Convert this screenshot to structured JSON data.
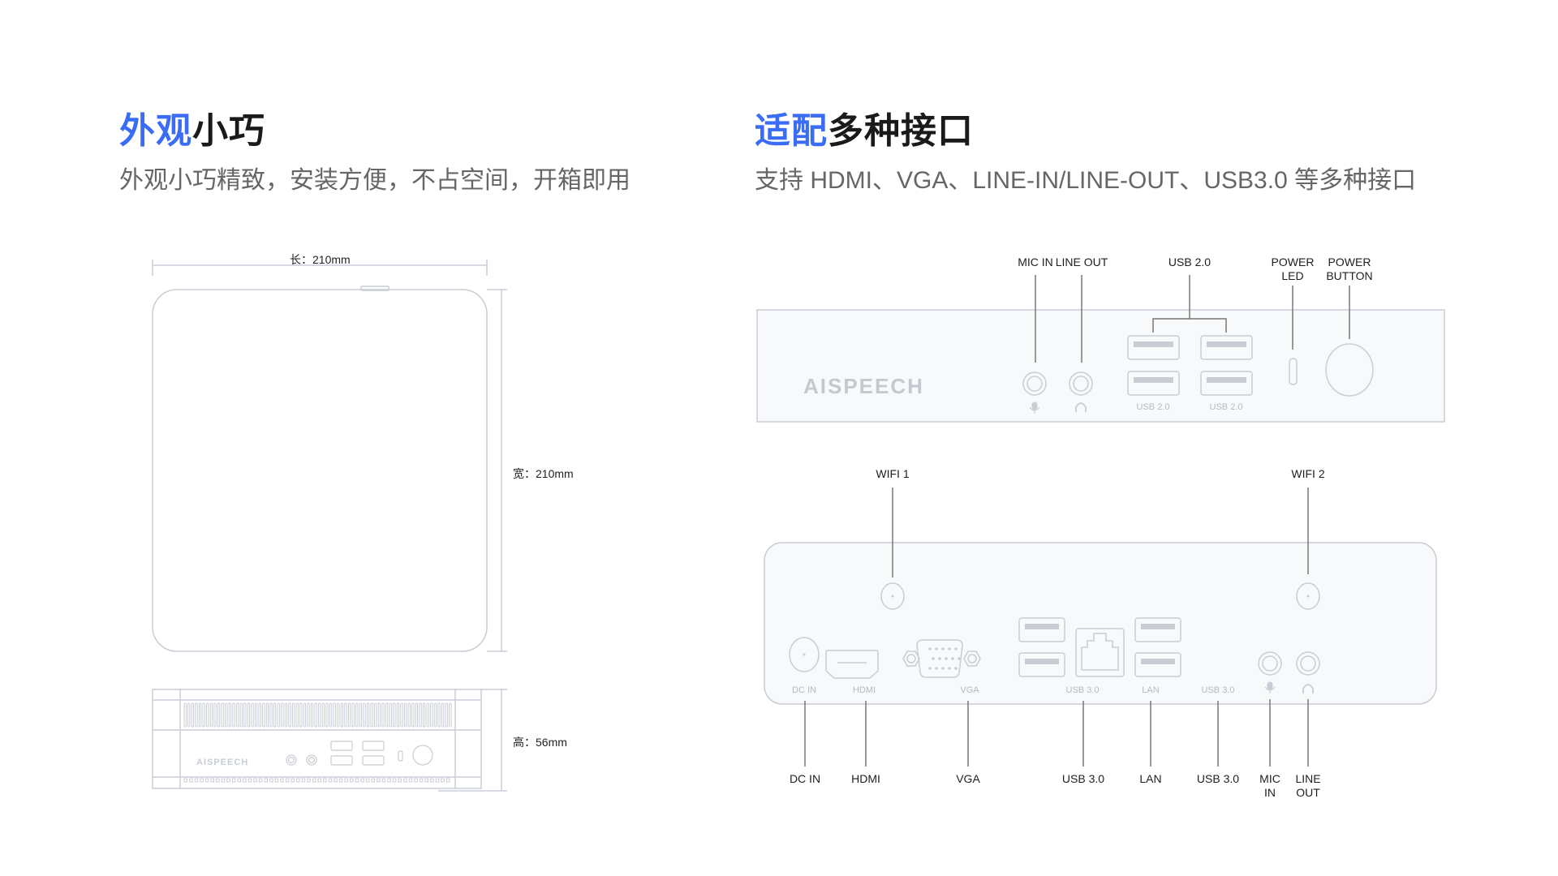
{
  "left_section": {
    "title_highlight": "外观",
    "title_rest": "小巧",
    "subtitle": "外观小巧精致，安装方便，不占空间，开箱即用",
    "dimensions": {
      "length": "长：210mm",
      "width": "宽：210mm",
      "height": "高：56mm"
    },
    "brand_logo": "AISPEECH"
  },
  "right_section": {
    "title_highlight": "适配",
    "title_rest": "多种接口",
    "subtitle": "支持 HDMI、VGA、LINE-IN/LINE-OUT、USB3.0 等多种接口",
    "front_panel": {
      "brand_logo": "AISPEECH",
      "callouts": [
        {
          "id": "mic-in",
          "label": "MIC IN"
        },
        {
          "id": "line-out",
          "label": "LINE OUT"
        },
        {
          "id": "usb20",
          "label": "USB 2.0"
        },
        {
          "id": "power-led",
          "label": "POWER\nLED"
        },
        {
          "id": "power-button",
          "label": "POWER\nBUTTON"
        }
      ],
      "port_captions": [
        "USB 2.0",
        "USB 2.0"
      ]
    },
    "rear_panel": {
      "top_callouts": [
        {
          "id": "wifi1",
          "label": "WIFI 1"
        },
        {
          "id": "wifi2",
          "label": "WIFI 2"
        }
      ],
      "port_captions": [
        "DC IN",
        "HDMI",
        "VGA",
        "USB 3.0",
        "LAN",
        "USB 3.0"
      ],
      "bottom_callouts": [
        {
          "id": "dc-in",
          "label": "DC IN"
        },
        {
          "id": "hdmi",
          "label": "HDMI"
        },
        {
          "id": "vga",
          "label": "VGA"
        },
        {
          "id": "usb30-a",
          "label": "USB 3.0"
        },
        {
          "id": "lan",
          "label": "LAN"
        },
        {
          "id": "usb30-b",
          "label": "USB 3.0"
        },
        {
          "id": "mic-in",
          "label": "MIC\nIN"
        },
        {
          "id": "line-out",
          "label": "LINE\nOUT"
        }
      ]
    }
  },
  "colors": {
    "accent": "#3a6cf6",
    "outline": "#c8cdd5",
    "panel_fill": "#f8f9fa",
    "port_fill": "#c9cdd3",
    "leader": "#777777"
  }
}
